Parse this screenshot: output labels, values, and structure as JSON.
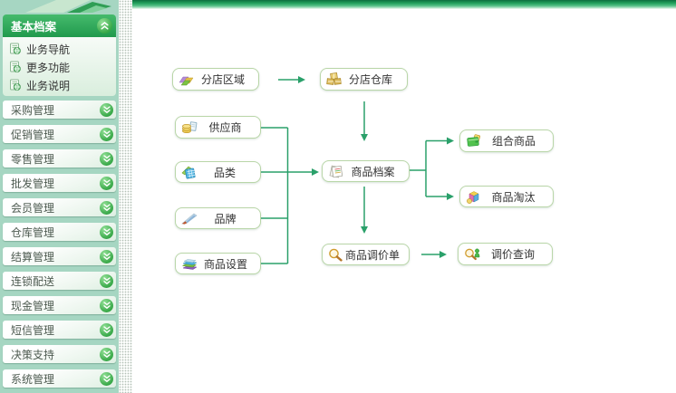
{
  "sidebar": {
    "header": {
      "label": "基本档案"
    },
    "nav_items": [
      {
        "label": "业务导航"
      },
      {
        "label": "更多功能"
      },
      {
        "label": "业务说明"
      }
    ],
    "groups": [
      {
        "label": "采购管理"
      },
      {
        "label": "促销管理"
      },
      {
        "label": "零售管理"
      },
      {
        "label": "批发管理"
      },
      {
        "label": "会员管理"
      },
      {
        "label": "仓库管理"
      },
      {
        "label": "结算管理"
      },
      {
        "label": "连锁配送"
      },
      {
        "label": "现金管理"
      },
      {
        "label": "短信管理"
      },
      {
        "label": "决策支持"
      },
      {
        "label": "系统管理"
      }
    ]
  },
  "flowchart": {
    "nodes": [
      {
        "id": "branch-area",
        "label": "分店区域",
        "icon": "branch-area-icon"
      },
      {
        "id": "branch-warehouse",
        "label": "分店仓库",
        "icon": "warehouse-boxes-icon"
      },
      {
        "id": "supplier",
        "label": "供应商",
        "icon": "supplier-coins-icon"
      },
      {
        "id": "category",
        "label": "品类",
        "icon": "category-grid-icon"
      },
      {
        "id": "brand",
        "label": "品牌",
        "icon": "brand-pen-icon"
      },
      {
        "id": "product-settings",
        "label": "商品设置",
        "icon": "books-stack-icon"
      },
      {
        "id": "product-archive",
        "label": "商品档案",
        "icon": "document-sheets-icon"
      },
      {
        "id": "combo-product",
        "label": "组合商品",
        "icon": "wallet-cards-icon"
      },
      {
        "id": "product-eliminate",
        "label": "商品淘汰",
        "icon": "colored-cube-icon"
      },
      {
        "id": "price-adjust-order",
        "label": "商品调价单",
        "icon": "magnifier-icon"
      },
      {
        "id": "price-adjust-query",
        "label": "调价查询",
        "icon": "magnifier-person-icon"
      }
    ],
    "connections": [
      "分店区域 → 分店仓库",
      "分店仓库 → 商品档案",
      "供应商 → 商品档案",
      "品类 → 商品档案",
      "品牌 → 商品档案",
      "商品设置 → 商品档案",
      "商品档案 → 组合商品",
      "商品档案 → 商品淘汰",
      "商品档案 → 商品调价单",
      "商品调价单 → 调价查询"
    ]
  },
  "colors": {
    "sidebar_bg": "#a6d6c2",
    "header_green": "#2fa35a",
    "arrow_green": "#2aa06a",
    "button_border": "#b9d6a8",
    "text_dark": "#444444"
  }
}
